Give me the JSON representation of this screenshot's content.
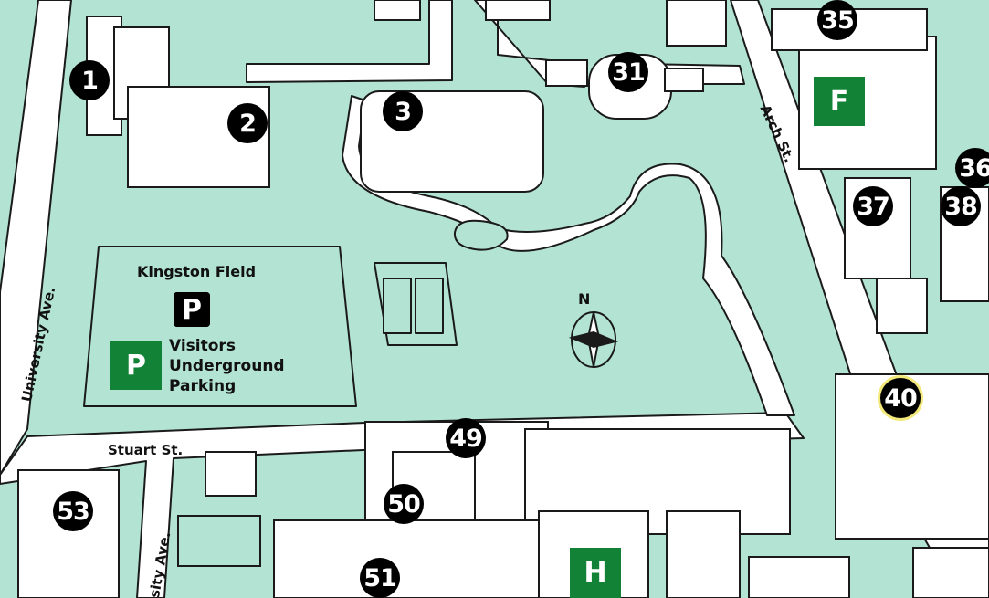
{
  "colors": {
    "grass": "#b3e3d3",
    "road": "#ffffff",
    "outline": "#1a1a1a",
    "marker_bg": "#000000",
    "marker_text": "#ffffff",
    "parking_green": "#128236",
    "highlight": "#f2e97a"
  },
  "streets": {
    "university": "University Ave.",
    "university_partial": "sity Ave.",
    "arch": "Arch St.",
    "stuart": "Stuart St."
  },
  "areas": {
    "kingston_field": "Kingston Field",
    "visitors_parking": "Visitors\nUnderground\nParking"
  },
  "compass": {
    "north": "N"
  },
  "parking": {
    "kingston_symbol": "P",
    "visitors_symbol": "P"
  },
  "lettered_sites": {
    "F": "F",
    "H": "H"
  },
  "buildings": [
    {
      "id": "b1",
      "label": "1"
    },
    {
      "id": "b2",
      "label": "2"
    },
    {
      "id": "b3",
      "label": "3"
    },
    {
      "id": "b31",
      "label": "31"
    },
    {
      "id": "b35",
      "label": "35"
    },
    {
      "id": "b36",
      "label": "36"
    },
    {
      "id": "b37",
      "label": "37"
    },
    {
      "id": "b38",
      "label": "38"
    },
    {
      "id": "b40",
      "label": "40",
      "highlighted": true
    },
    {
      "id": "b49",
      "label": "49"
    },
    {
      "id": "b50",
      "label": "50"
    },
    {
      "id": "b51",
      "label": "51"
    },
    {
      "id": "b53",
      "label": "53"
    }
  ]
}
